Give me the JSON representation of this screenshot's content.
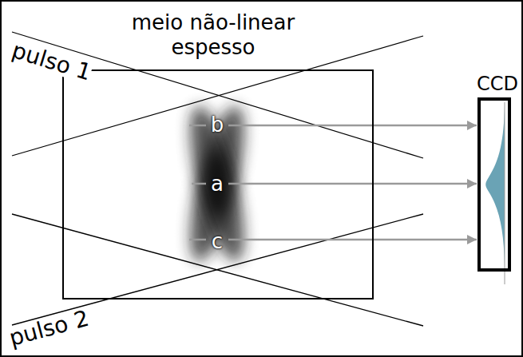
{
  "diagram": {
    "nodes": [
      {
        "text": [
          "meio não-linear espesso"
        ]
      },
      {
        "text": [
          "CCD"
        ]
      }
    ],
    "labels": [
      "pulso 1",
      "pulso 2",
      "b",
      "a",
      "c"
    ]
  }
}
